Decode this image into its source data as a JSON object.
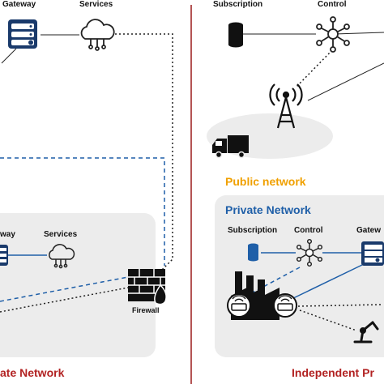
{
  "left": {
    "labels": {
      "gateway": "Gateway",
      "services": "Services",
      "gateway_inner": "way",
      "services_inner": "Services",
      "firewall": "Firewall"
    },
    "title": "ate Network"
  },
  "right": {
    "labels": {
      "subscription": "Subscription",
      "control": "Control",
      "public_network": "Public network",
      "private_network": "Private Network",
      "subscription_inner": "Subscription",
      "control_inner": "Control",
      "gateway_inner": "Gatew"
    },
    "title": "Independent Pr"
  },
  "colors": {
    "divider": "#9b1c1c",
    "title_red": "#b22222",
    "orange": "#f0a000",
    "blue": "#1f5fa8",
    "navy": "#1a3a6b",
    "panel": "#ececec"
  }
}
